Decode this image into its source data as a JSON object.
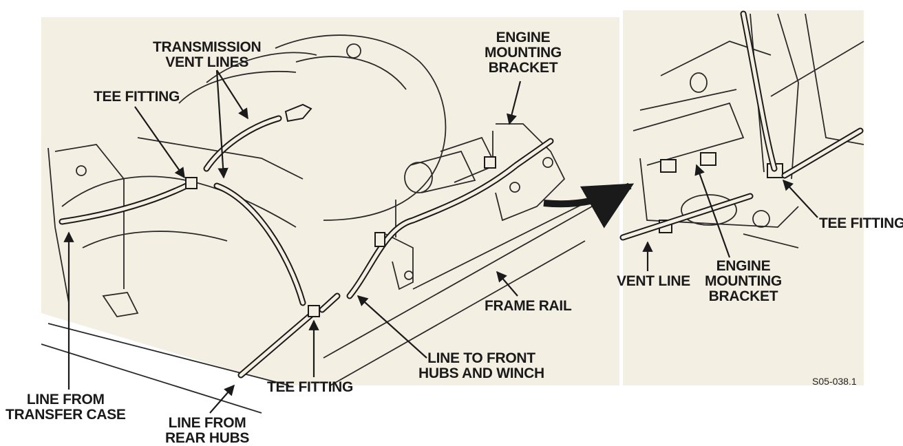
{
  "labels": {
    "transmission_vent_lines": [
      "TRANSMISSION",
      "VENT LINES"
    ],
    "tee_fitting_left": [
      "TEE FITTING"
    ],
    "engine_mounting_bracket_top": [
      "ENGINE",
      "MOUNTING",
      "BRACKET"
    ],
    "line_from_transfer_case": [
      "LINE FROM",
      "TRANSFER CASE"
    ],
    "line_from_rear_hubs": [
      "LINE FROM",
      "REAR HUBS"
    ],
    "tee_fitting_bottom": [
      "TEE FITTING"
    ],
    "line_to_front_hubs": [
      "LINE TO FRONT",
      "HUBS AND WINCH"
    ],
    "frame_rail": [
      "FRAME RAIL"
    ],
    "vent_line": [
      "VENT LINE"
    ],
    "engine_mounting_bracket_detail": [
      "ENGINE",
      "MOUNTING",
      "BRACKET"
    ],
    "tee_fitting_right": [
      "TEE FITTING"
    ]
  },
  "figure_code": "S05-038.1",
  "colors": {
    "background": "#ffffff",
    "panel": "#f4efe3",
    "ink": "#1a1a1a"
  }
}
